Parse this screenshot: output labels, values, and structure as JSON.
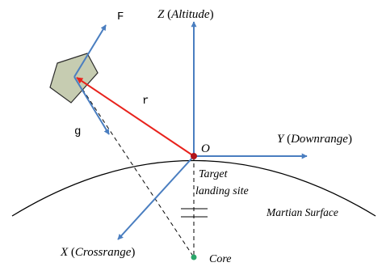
{
  "labels": {
    "z_axis": {
      "var": "Z",
      "paren_open": " (",
      "name": "Altitude",
      "paren_close": ")"
    },
    "y_axis": {
      "var": "Y",
      "paren_open": " (",
      "name": "Downrange",
      "paren_close": ")"
    },
    "x_axis": {
      "var": "X",
      "paren_open": " (",
      "name": "Crossrange",
      "paren_close": ")"
    },
    "origin": "O",
    "force": "F",
    "gravity": "g",
    "position": "r",
    "target_line1": "Target",
    "target_line2": "landing site",
    "surface": "Martian Surface",
    "core": "Core"
  },
  "colors": {
    "axis": "#4a7ec0",
    "position_vector": "#e8221c",
    "origin_point": "#b0141a",
    "core_point": "#2aa66a",
    "surface_line": "#000000",
    "body_fill": "#c6ccb1",
    "body_stroke": "#2b2b2b"
  }
}
